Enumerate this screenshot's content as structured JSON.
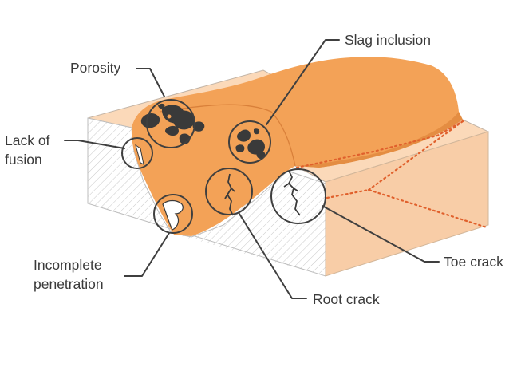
{
  "diagram": {
    "labels": {
      "porosity": "Porosity",
      "slag_inclusion": "Slag inclusion",
      "lack_of_fusion_line1": "Lack of",
      "lack_of_fusion_line2": "fusion",
      "incomplete_penetration_line1": "Incomplete",
      "incomplete_penetration_line2": "penetration",
      "root_crack": "Root crack",
      "toe_crack": "Toe crack"
    },
    "colors": {
      "weld_bead": "#f3a257",
      "plate_top": "#fbd9b9",
      "plate_side": "#f8cda7",
      "hatch": "#c9c9c9",
      "outline": "#3f3f3f",
      "dotted_line": "#e0602c",
      "defect": "#3a3a3a"
    }
  }
}
